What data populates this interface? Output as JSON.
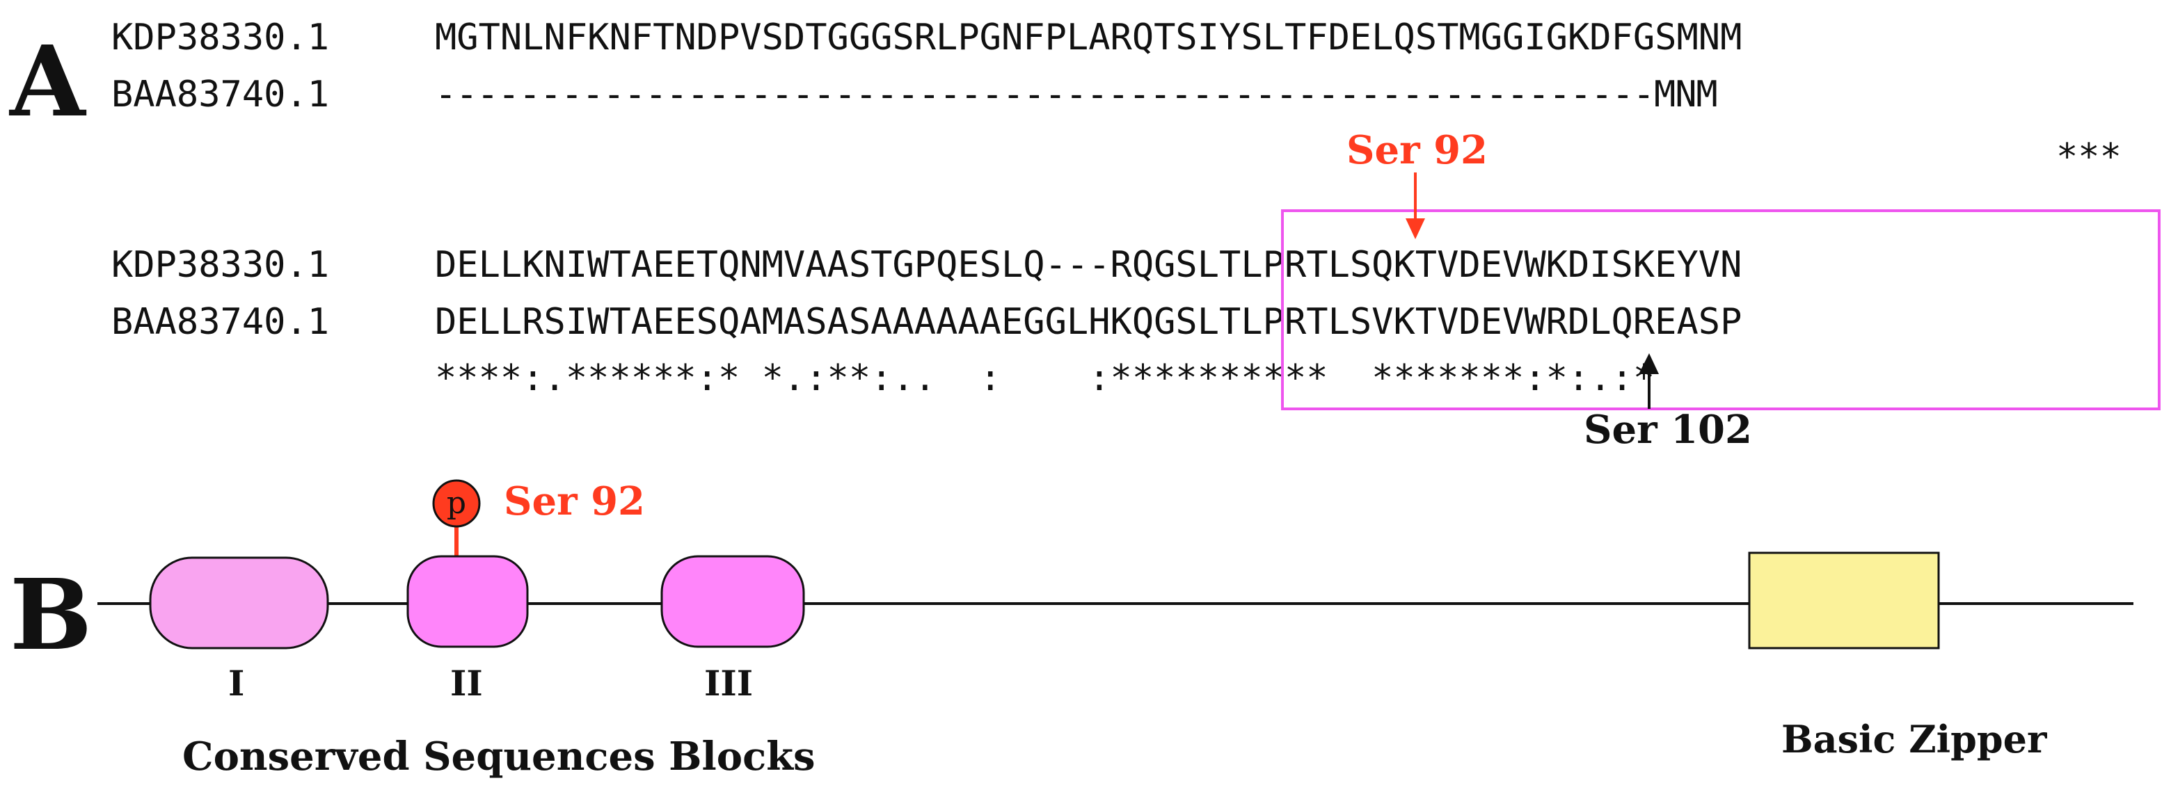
{
  "panel_a": {
    "letter": "A",
    "block1": {
      "rows": [
        {
          "id": "KDP38330.1",
          "seq": "MGTNLNFKNFTNDPVSDTGGGSRLPGNFPLARQTSIYSLTFDELQSTMGGIGKDFGSMNM"
        },
        {
          "id": "BAA83740.1",
          "seq": "----------------------------------------------------------MNM"
        }
      ],
      "consensus": "***"
    },
    "block2": {
      "rows": [
        {
          "id": "KDP38330.1",
          "seq": "DELLKNIWTAEETQNMVAASTGPQESLQ---RQGSLTLPRTLSQKTVDEVWKDISKEYVN"
        },
        {
          "id": "BAA83740.1",
          "seq": "DELLRSIWTAEESQAMASASAAAAAAEGGLHKQGSLTLPRTLSVKTVDEVWRDLQREASP"
        }
      ],
      "consensus": "****:.******:* *.:**:..  :    :**********  *******:*:.:*"
    },
    "annotations": {
      "top": "Ser 92",
      "bottom": "Ser 102"
    }
  },
  "panel_b": {
    "letter": "B",
    "phospho_symbol": "p",
    "phospho_site": "Ser 92",
    "blocks": [
      "I",
      "II",
      "III"
    ],
    "blocks_caption": "Conserved Sequences Blocks",
    "bzip_label": "Basic Zipper"
  },
  "colors": {
    "highlight_box": "#ee55ee",
    "red": "#ff3b1f",
    "block_I": "#f9a4f0",
    "block_II_III": "#ff85fa",
    "bzip": "#fbf29a"
  }
}
